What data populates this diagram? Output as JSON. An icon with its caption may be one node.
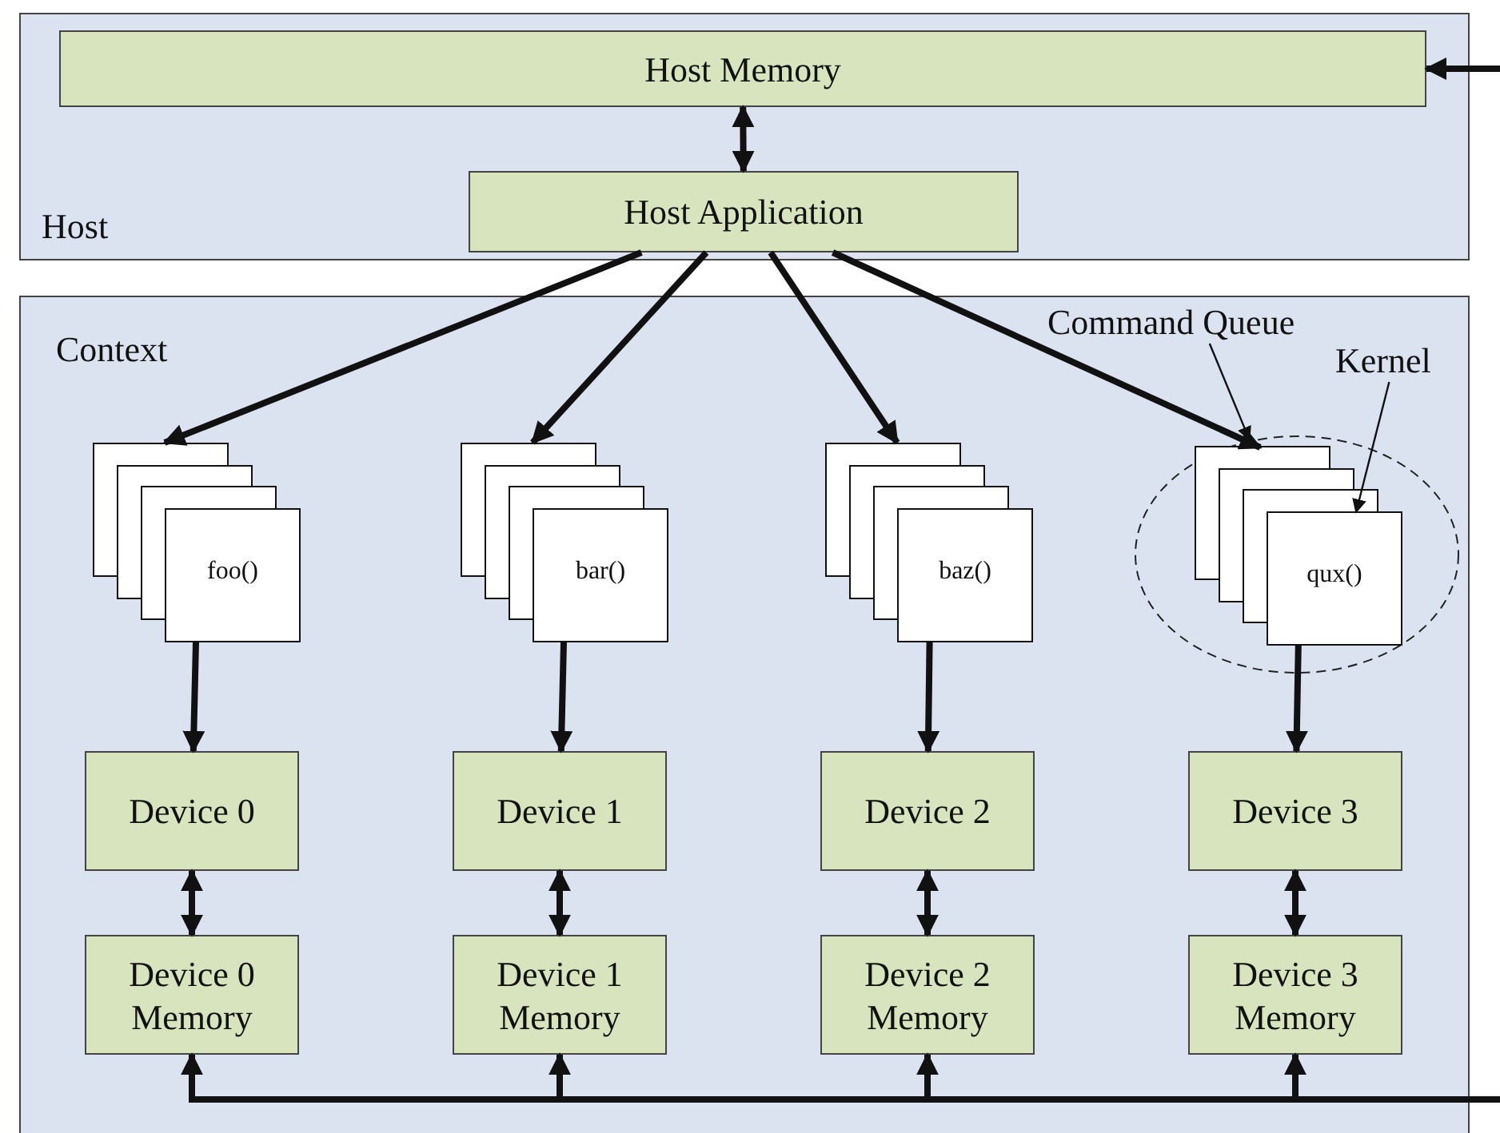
{
  "diagram": {
    "nodes": [
      {
        "text": [
          "Host"
        ]
      },
      {
        "text": [
          "Host Memory"
        ],
        "in": 0
      },
      {
        "text": [
          "Host Application"
        ],
        "in": 0
      },
      {
        "text": [
          "Context"
        ]
      },
      {
        "text": [
          "foo()"
        ],
        "in": 3
      },
      {
        "text": [
          "bar()"
        ],
        "in": 3
      },
      {
        "text": [
          "baz()"
        ],
        "in": 3
      },
      {
        "text": [
          "Command Queue"
        ],
        "in": 3
      },
      {
        "text": [],
        "shape": "ellipse",
        "in": 3
      },
      {
        "text": [
          "Kernel"
        ],
        "in": 3
      },
      {
        "text": [
          "qux()"
        ],
        "in": 8
      },
      {
        "text": [
          "Device 0"
        ],
        "in": 3
      },
      {
        "text": [
          "Device 1"
        ],
        "in": 3
      },
      {
        "text": [
          "Device 2"
        ],
        "in": 3
      },
      {
        "text": [
          "Device 3"
        ],
        "in": 3
      },
      {
        "text": [
          "Device 0 Memory"
        ],
        "in": 3
      },
      {
        "text": [
          "Device 1 Memory"
        ],
        "in": 3
      },
      {
        "text": [
          "Device 2 Memory"
        ],
        "in": 3
      },
      {
        "text": [
          "Device 3 Memory"
        ],
        "in": 3
      }
    ],
    "edges": [
      {
        "from": null,
        "to": 1,
        "arrow": "to"
      },
      {
        "from": 1,
        "to": 2,
        "arrow": "both"
      },
      {
        "from": 2,
        "to": 4,
        "arrow": "to"
      },
      {
        "from": 2,
        "to": 5,
        "arrow": "to"
      },
      {
        "from": 2,
        "to": 6,
        "arrow": "to"
      },
      {
        "from": 2,
        "to": 10,
        "arrow": "to"
      },
      {
        "from": 7,
        "to": 8,
        "arrow": "to"
      },
      {
        "from": 9,
        "to": 10,
        "arrow": "to"
      },
      {
        "from": 4,
        "to": 11,
        "arrow": "to"
      },
      {
        "from": 5,
        "to": 12,
        "arrow": "to"
      },
      {
        "from": 6,
        "to": 13,
        "arrow": "to"
      },
      {
        "from": 10,
        "to": 14,
        "arrow": "to"
      },
      {
        "from": 11,
        "to": 15,
        "arrow": "both"
      },
      {
        "from": 12,
        "to": 16,
        "arrow": "both"
      },
      {
        "from": 13,
        "to": 17,
        "arrow": "both"
      },
      {
        "from": 14,
        "to": 18,
        "arrow": "both"
      },
      {
        "from": null,
        "to": 15,
        "arrow": "to"
      },
      {
        "from": null,
        "to": 16,
        "arrow": "to"
      },
      {
        "from": null,
        "to": 17,
        "arrow": "to"
      },
      {
        "from": null,
        "to": 18,
        "arrow": "to"
      }
    ]
  }
}
